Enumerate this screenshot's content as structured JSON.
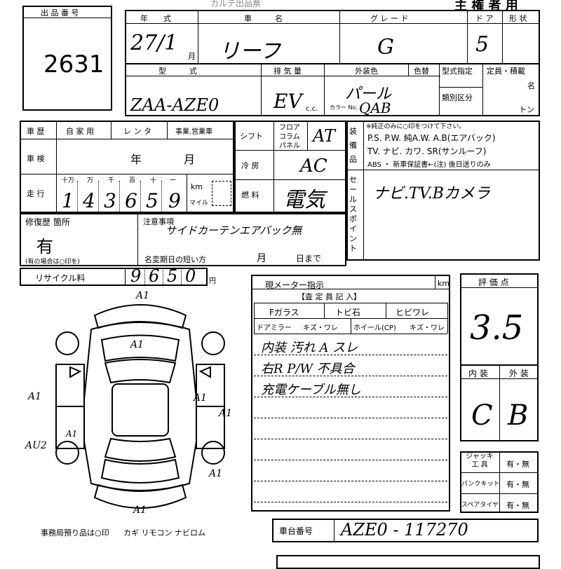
{
  "lot": {
    "label": "出 品 番 号",
    "number": "2631"
  },
  "header": {
    "faded": "カルテ出品票",
    "owner": "主 権 者 用"
  },
  "top": {
    "year_label": "年　　式",
    "name_label": "車　　　名",
    "grade_label": "グ レ ー ド",
    "door_label": "ド ア",
    "shape_label": "形 状",
    "year_value": "27/1",
    "year_unit": "月",
    "name_value": "リーフ",
    "grade_value": "G",
    "door_value": "5",
    "type_label": "型　　　式",
    "displacement_label": "排 気 量",
    "color_label": "外装色",
    "color_change_label": "色替",
    "type_designation_label": "型式指定",
    "category_label": "類別区分",
    "capacity_label": "定員・積載",
    "persons_unit": "名",
    "tons_unit": "トン",
    "type_value": "ZAA-AZE0",
    "displacement_value": "EV",
    "cc_unit": "c.c.",
    "color_value": "パール",
    "color_code_label": "カラー No.",
    "color_code_value": "QAB"
  },
  "history": {
    "car_history_label": "車 歴",
    "options": [
      "自 家 用",
      "レ ン タ",
      "事業.営業車"
    ],
    "inspection_label": "車 検",
    "year_unit": "年",
    "month_unit": "月",
    "mileage_label": "走 行",
    "digit_labels": [
      "十万",
      "万",
      "千",
      "百",
      "十",
      "一"
    ],
    "mileage_digits": [
      "1",
      "4",
      "3",
      "6",
      "5",
      "9"
    ],
    "km_label": "km",
    "mile_label": "マイル"
  },
  "middle": {
    "shift_label": "シフト",
    "shift_options": [
      "フロア",
      "コラム",
      "パネル"
    ],
    "shift_value": "AT",
    "ac_label": "冷 房",
    "ac_value": "AC",
    "fuel_label": "燃 料",
    "fuel_value": "電気",
    "equipment_label": "装 備 品",
    "equipment_note": "※純正のみに○印をつけて下さい。",
    "equipment_line1": "P.S. P.W. 純A.W. A.B(エアバック)",
    "equipment_line2": "TV. ナビ. カワ. SR(サンルーフ)",
    "equipment_line3": "ABS ・ 新車保証書←(注) 後日送りのみ",
    "sales_label": "セールスポイント",
    "sales_value": "ナビ.TV.Bカメラ"
  },
  "repair": {
    "label": "修復歴 箇所",
    "value": "有",
    "note": "(有の場合は○印を)",
    "notes_label": "注意事項",
    "notes_value": "サイドカーテンエアバック無",
    "short_label": "名変期日の短い方",
    "month_unit": "月",
    "day_unit": "日まで"
  },
  "recycle": {
    "label": "リサイクル料",
    "digits": [
      "9",
      "6",
      "5",
      "0"
    ],
    "unit": "円"
  },
  "meter": {
    "label": "現メーター指示",
    "unit": "km"
  },
  "inspector": {
    "title": "【査 定 員 記 入】",
    "row1": [
      "Fガラス",
      "トビ石",
      "ヒビワレ"
    ],
    "row2": [
      "ドアミラー",
      "キズ・ワレ",
      "ホイール(CP)",
      "キズ・ワレ"
    ],
    "notes": [
      "内装 汚れ A スレ",
      "右R P/W 不具合",
      "充電ケーブル無し"
    ]
  },
  "grades": {
    "score_label": "評 価 点",
    "score_value": "3.5",
    "interior_label": "内 装",
    "exterior_label": "外 装",
    "interior_value": "C",
    "exterior_value": "B"
  },
  "accessories": {
    "items": [
      {
        "label": "ジャッキ 工 具",
        "value": "有・無"
      },
      {
        "label": "パンクキット",
        "value": "有・無"
      },
      {
        "label": "スペアタイヤ",
        "value": "有・無"
      }
    ]
  },
  "diagram": {
    "marks": [
      "A1",
      "A1",
      "A1",
      "A1",
      "A1",
      "A1",
      "AU2",
      "A1",
      "A1"
    ]
  },
  "footer": {
    "office_note": "事務局預り品は○印",
    "items": "カギ リモコン ナビロム",
    "chassis_label": "車台番号",
    "chassis_value": "AZE0 - 117270"
  }
}
